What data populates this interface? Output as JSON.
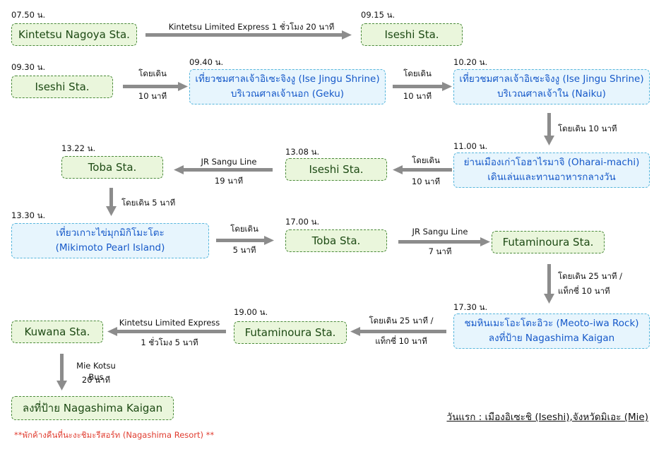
{
  "boxes": {
    "b1": "Kintetsu Nagoya Sta.",
    "b2": "Iseshi  Sta.",
    "b3": "Iseshi Sta.",
    "b4_l1": "เที่ยวชมศาลเจ้าอิเซะจิงงู (Ise Jingu Shrine)",
    "b4_l2": "บริเวณศาลเจ้านอก (Geku)",
    "b5_l1": "เที่ยวชมศาลเจ้าอิเซะจิงงู (Ise Jingu Shrine)",
    "b5_l2": "บริเวณศาลเจ้าใน (Naiku)",
    "b6_l1": "ย่านเมืองเก่าโอฮาไรมาจิ (Oharai-machi)",
    "b6_l2": "เดินเล่นและทานอาหารกลางวัน",
    "b7": "Iseshi Sta.",
    "b8": "Toba Sta.",
    "b9_l1": "เที่ยวเกาะไข่มุกมิกิโมะโตะ",
    "b9_l2": "(Mikimoto Pearl Island)",
    "b10": "Toba Sta.",
    "b11": "Futaminoura Sta.",
    "b12_l1": "ชมหินเมะโอะโตะอิวะ (Meoto-iwa Rock)",
    "b12_l2": "ลงที่ป้าย Nagashima Kaigan",
    "b13": "Futaminoura Sta.",
    "b14": "Kuwana Sta.",
    "b15": "ลงที่ป้าย Nagashima Kaigan"
  },
  "times": {
    "t1": "07.50 น.",
    "t2": "09.15 น.",
    "t3": "09.30 น.",
    "t4": "09.40 น.",
    "t5": "10.20 น.",
    "t6": "11.00 น.",
    "t7": "13.08 น.",
    "t8": "13.22 น.",
    "t9": "13.30 น.",
    "t10": "17.00 น.",
    "t11": "17.30 น.",
    "t12": "19.00 น."
  },
  "transits": {
    "a1": "Kintetsu Limited Express 1 ชั่วโมง 20 นาที",
    "a2_l1": "โดยเดิน",
    "a2_l2": "10 นาที",
    "a3_l1": "โดยเดิน",
    "a3_l2": "10 นาที",
    "a4": "โดยเดิน 10 นาที",
    "a5_l1": "โดยเดิน",
    "a5_l2": "10 นาที",
    "a6_l1": "JR Sangu Line",
    "a6_l2": "19 นาที",
    "a7": "โดยเดิน 5 นาที",
    "a8_l1": "โดยเดิน",
    "a8_l2": "5 นาที",
    "a9_l1": "JR Sangu Line",
    "a9_l2": "7 นาที",
    "a10_l1": "โดยเดิน 25 นาที  /",
    "a10_l2": "แท็กซี่ 10 นาที",
    "a11_l1": "โดยเดิน 25 นาที /",
    "a11_l2": "แท็กซี่ 10 นาที",
    "a12_l1": "Kintetsu Limited Express",
    "a12_l2": "1 ชั่วโมง 5 นาที",
    "a13_l1": "Mie Kotsu Bus",
    "a13_l2": "20 นาที"
  },
  "footer": {
    "day_title": "วันแรก : เมืองอิเซะชิ (Iseshi),จังหวัดมิเอะ (Mie)",
    "note": "**พักค้างคืนที่นะงะชิมะรีสอร์ท (Nagashima Resort) **"
  },
  "colors": {
    "green_box_fill": "#eaf6dc",
    "green_box_border": "#4a8a3a",
    "blue_box_fill": "#e7f5fd",
    "blue_box_border": "#57b6dc",
    "blue_text": "#1659c9",
    "arrow": "#8c8c8c",
    "note": "#e03c2f"
  }
}
